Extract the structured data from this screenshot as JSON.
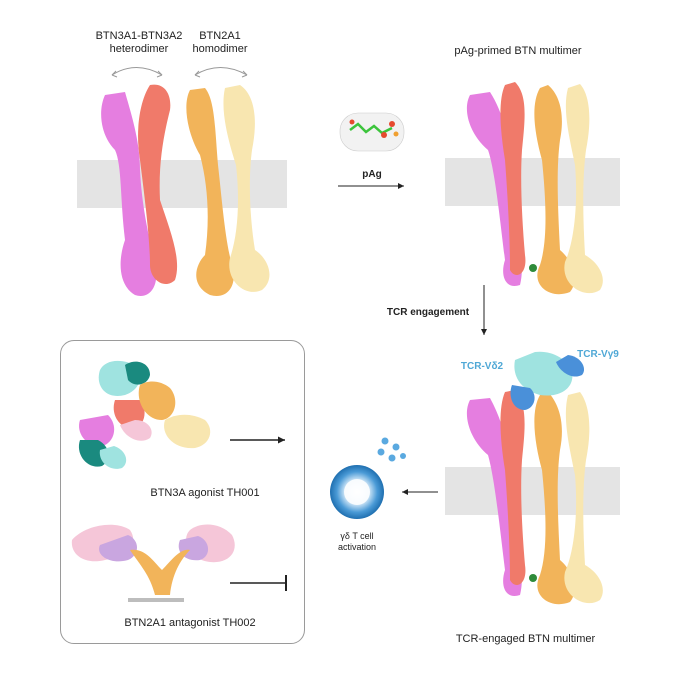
{
  "labels": {
    "heterodimer_line1": "BTN3A1-BTN3A2",
    "heterodimer_line2": "heterodimer",
    "homodimer_line1": "BTN2A1",
    "homodimer_line2": "homodimer",
    "primed": "pAg-primed BTN multimer",
    "pag": "pAg",
    "tcr_engagement": "TCR engagement",
    "tcr_vd2": "TCR-Vδ2",
    "tcr_vg9": "TCR-Vγ9",
    "gd_line1": "γδ T cell",
    "gd_line2": "activation",
    "engaged": "TCR-engaged BTN multimer",
    "agonist": "BTN3A agonist TH001",
    "antagonist": "BTN2A1 antagonist TH002"
  },
  "colors": {
    "btn3a1": "#e57ee0",
    "btn3a2": "#f07a6a",
    "btn2a1_dark": "#f2b45a",
    "btn2a1_light": "#f8e6b0",
    "tcr_teal": "#9fe3e0",
    "tcr_dark_teal": "#1a8a7f",
    "tcr_blue": "#4a90d9",
    "membrane": "#e4e4e4",
    "antibody_lilac": "#c9a6e0",
    "antibody_pink": "#f5c6d8",
    "cell_blue": "#2f86c9",
    "pag_green": "#3cc43c"
  },
  "icons": [
    "curved-arrow-icon",
    "right-arrow-icon",
    "down-arrow-icon",
    "left-arrow-icon",
    "inhibit-arrow-icon",
    "pag-molecule-icon",
    "t-cell-icon"
  ]
}
